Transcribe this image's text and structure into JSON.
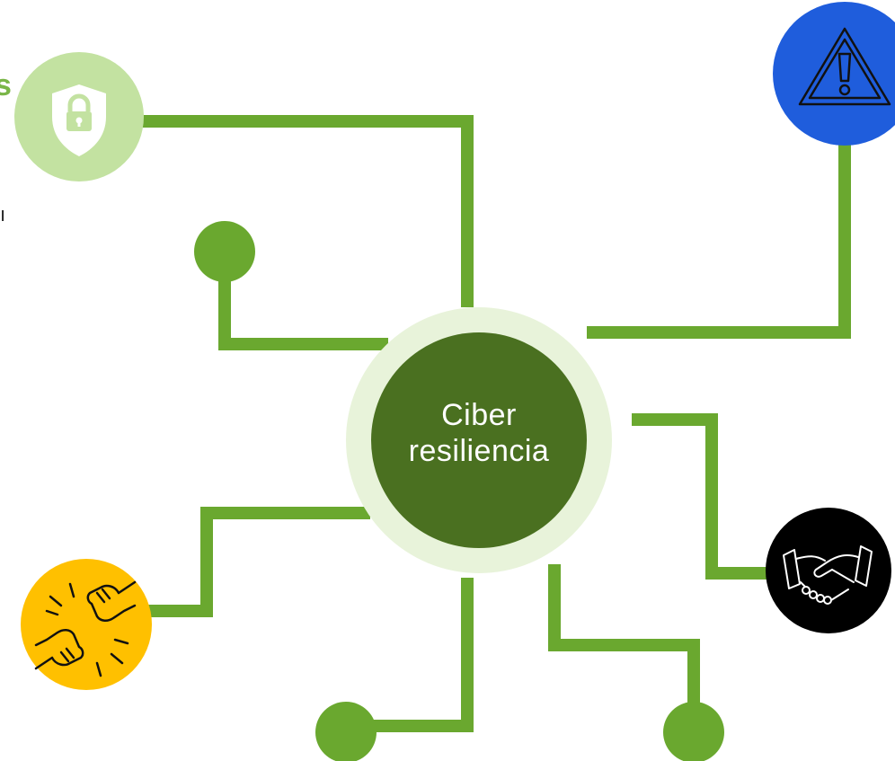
{
  "center": {
    "line1": "Ciber",
    "line2": "resiliencia"
  },
  "edge_text": {
    "fragment_top": "s",
    "fragment_mid": "ı"
  },
  "colors": {
    "connector": "#6aa82f",
    "center_outer": "#e8f3da",
    "center_inner": "#4a7020",
    "shield_circle": "#c3e2a1",
    "warning_circle": "#1f5ddc",
    "handshake_circle": "#000000",
    "fistbump_circle": "#ffc000"
  },
  "nodes": [
    {
      "name": "shield-lock",
      "icon": "shield-lock-icon"
    },
    {
      "name": "warning",
      "icon": "warning-icon"
    },
    {
      "name": "handshake",
      "icon": "handshake-icon"
    },
    {
      "name": "fist-bump",
      "icon": "fist-bump-icon"
    }
  ]
}
